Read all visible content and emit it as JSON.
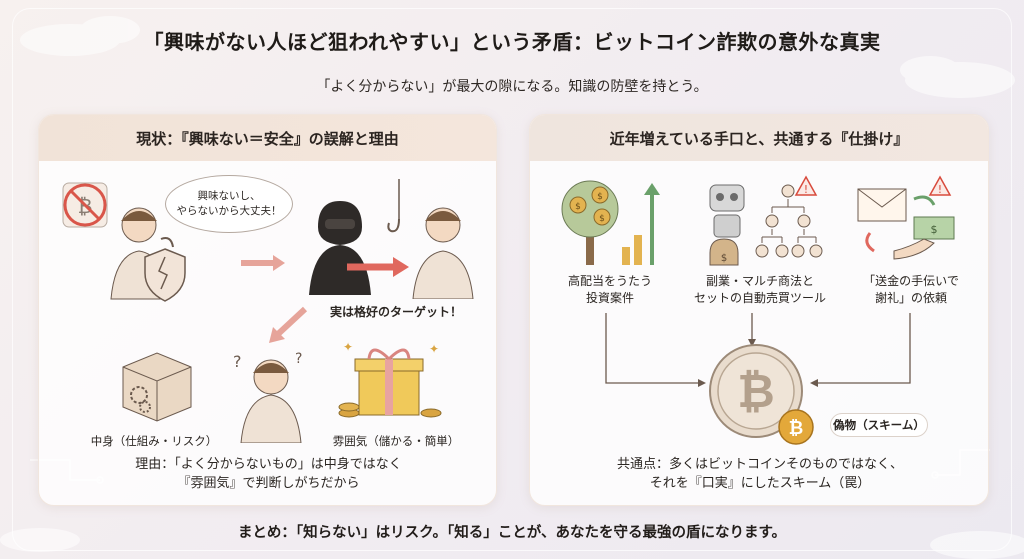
{
  "title": "「興味がない人ほど狙われやすい」という矛盾：ビットコイン詐欺の意外な真実",
  "subtitle": "「よく分からない」が最大の隙になる。知識の防壁を持とう。",
  "left_panel": {
    "heading": "現状：『興味ない＝安全』の誤解と理由",
    "speech_line1": "興味ないし、",
    "speech_line2": "やらないから大丈夫！",
    "target_label": "実は格好のターゲット！",
    "contents_label": "中身（仕組み・リスク）",
    "atmosphere_label": "雰囲気（儲かる・簡単）",
    "reason_line1": "理由：「よく分からないもの」は中身ではなく",
    "reason_line2": "『雰囲気』で判断しがちだから"
  },
  "right_panel": {
    "heading": "近年増えている手口と、共通する『仕掛け』",
    "case1_line1": "高配当をうたう",
    "case1_line2": "投資案件",
    "case2_line1": "副業・マルチ商法と",
    "case2_line2": "セットの自動売買ツール",
    "case3_line1": "「送金の手伝いで",
    "case3_line2": "謝礼」の依頼",
    "scheme_label": "偽物（スキーム）",
    "common_line1": "共通点：多くはビットコインそのものではなく、",
    "common_line2": "それを『口実』にしたスキーム（罠）"
  },
  "summary": "まとめ：「知らない」はリスク。「知る」ことが、あなたを守る最強の盾になります。",
  "colors": {
    "accent_red": "#e0685e",
    "coin_gold": "#d9a441",
    "warning_red": "#d84a3c",
    "panel_head": "#f1e3d8"
  },
  "icons": [
    "no-bitcoin-icon",
    "shield-icon",
    "hacker-icon",
    "fishing-hook-icon",
    "box-gears-icon",
    "gift-icon",
    "money-tree-icon",
    "robot-icon",
    "pyramid-icon",
    "envelope-icon",
    "cash-hand-icon",
    "bitcoin-coin-icon",
    "warning-icon"
  ]
}
